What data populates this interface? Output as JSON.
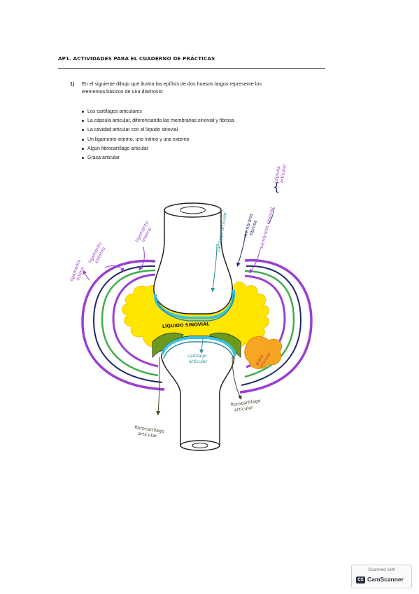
{
  "heading": "AP1. ACTIVIDADES PARA EL CUADERNO DE PRÁCTICAS",
  "question": {
    "number": "1)",
    "text_line1": "En el siguiente dibujo que ilustra las epífisis de dos huesos largos represente los",
    "text_line2": "elementos básicos de una diartrosis:"
  },
  "bullets": [
    "Los cartílagos articulares",
    "La cápsula articular, diferenciando las membranas sinovial y fibrosa",
    "La cavidad articular con el líquido sinovial",
    "Un ligamento interno, uno íntimo y uno externo",
    "Algún fibrocartílago articular",
    "Grasa articular"
  ],
  "diagram_labels": {
    "ligamento_intimo": [
      "ligamento",
      "íntimo"
    ],
    "ligamento_externo": [
      "ligamento",
      "externo"
    ],
    "ligamento_interno": [
      "ligamento",
      "interno"
    ],
    "cartilago_articular_top": "cartílago articular",
    "membrana_fibrosa": [
      "membrana",
      "fibrosa"
    ],
    "membrana_sinovial": "membrana sinovial",
    "capsula_articular": [
      "cápsula",
      "articular"
    ],
    "liquido_sinovial": "LÍQUIDO SINOVIAL",
    "cartilago_articular_bottom": [
      "cartílago",
      "articular"
    ],
    "grasa_articular": [
      "grasa",
      "articular"
    ],
    "fibrocartilago_right": [
      "fibrocartílago",
      "articular"
    ],
    "fibrocartilago_left": [
      "fibrocartílago",
      "articular"
    ]
  },
  "colors": {
    "purple": "#9b3fd0",
    "green": "#3fae4a",
    "navy": "#1f2a6b",
    "teal": "#2e8ca0",
    "cyan": "#39c3dd",
    "yellow": "#ffe600",
    "orange": "#f5a623",
    "olive": "#6d9a1e"
  },
  "scanner_badge": {
    "top_text": "Scanned with",
    "logo": "CS",
    "name": "CamScanner"
  }
}
